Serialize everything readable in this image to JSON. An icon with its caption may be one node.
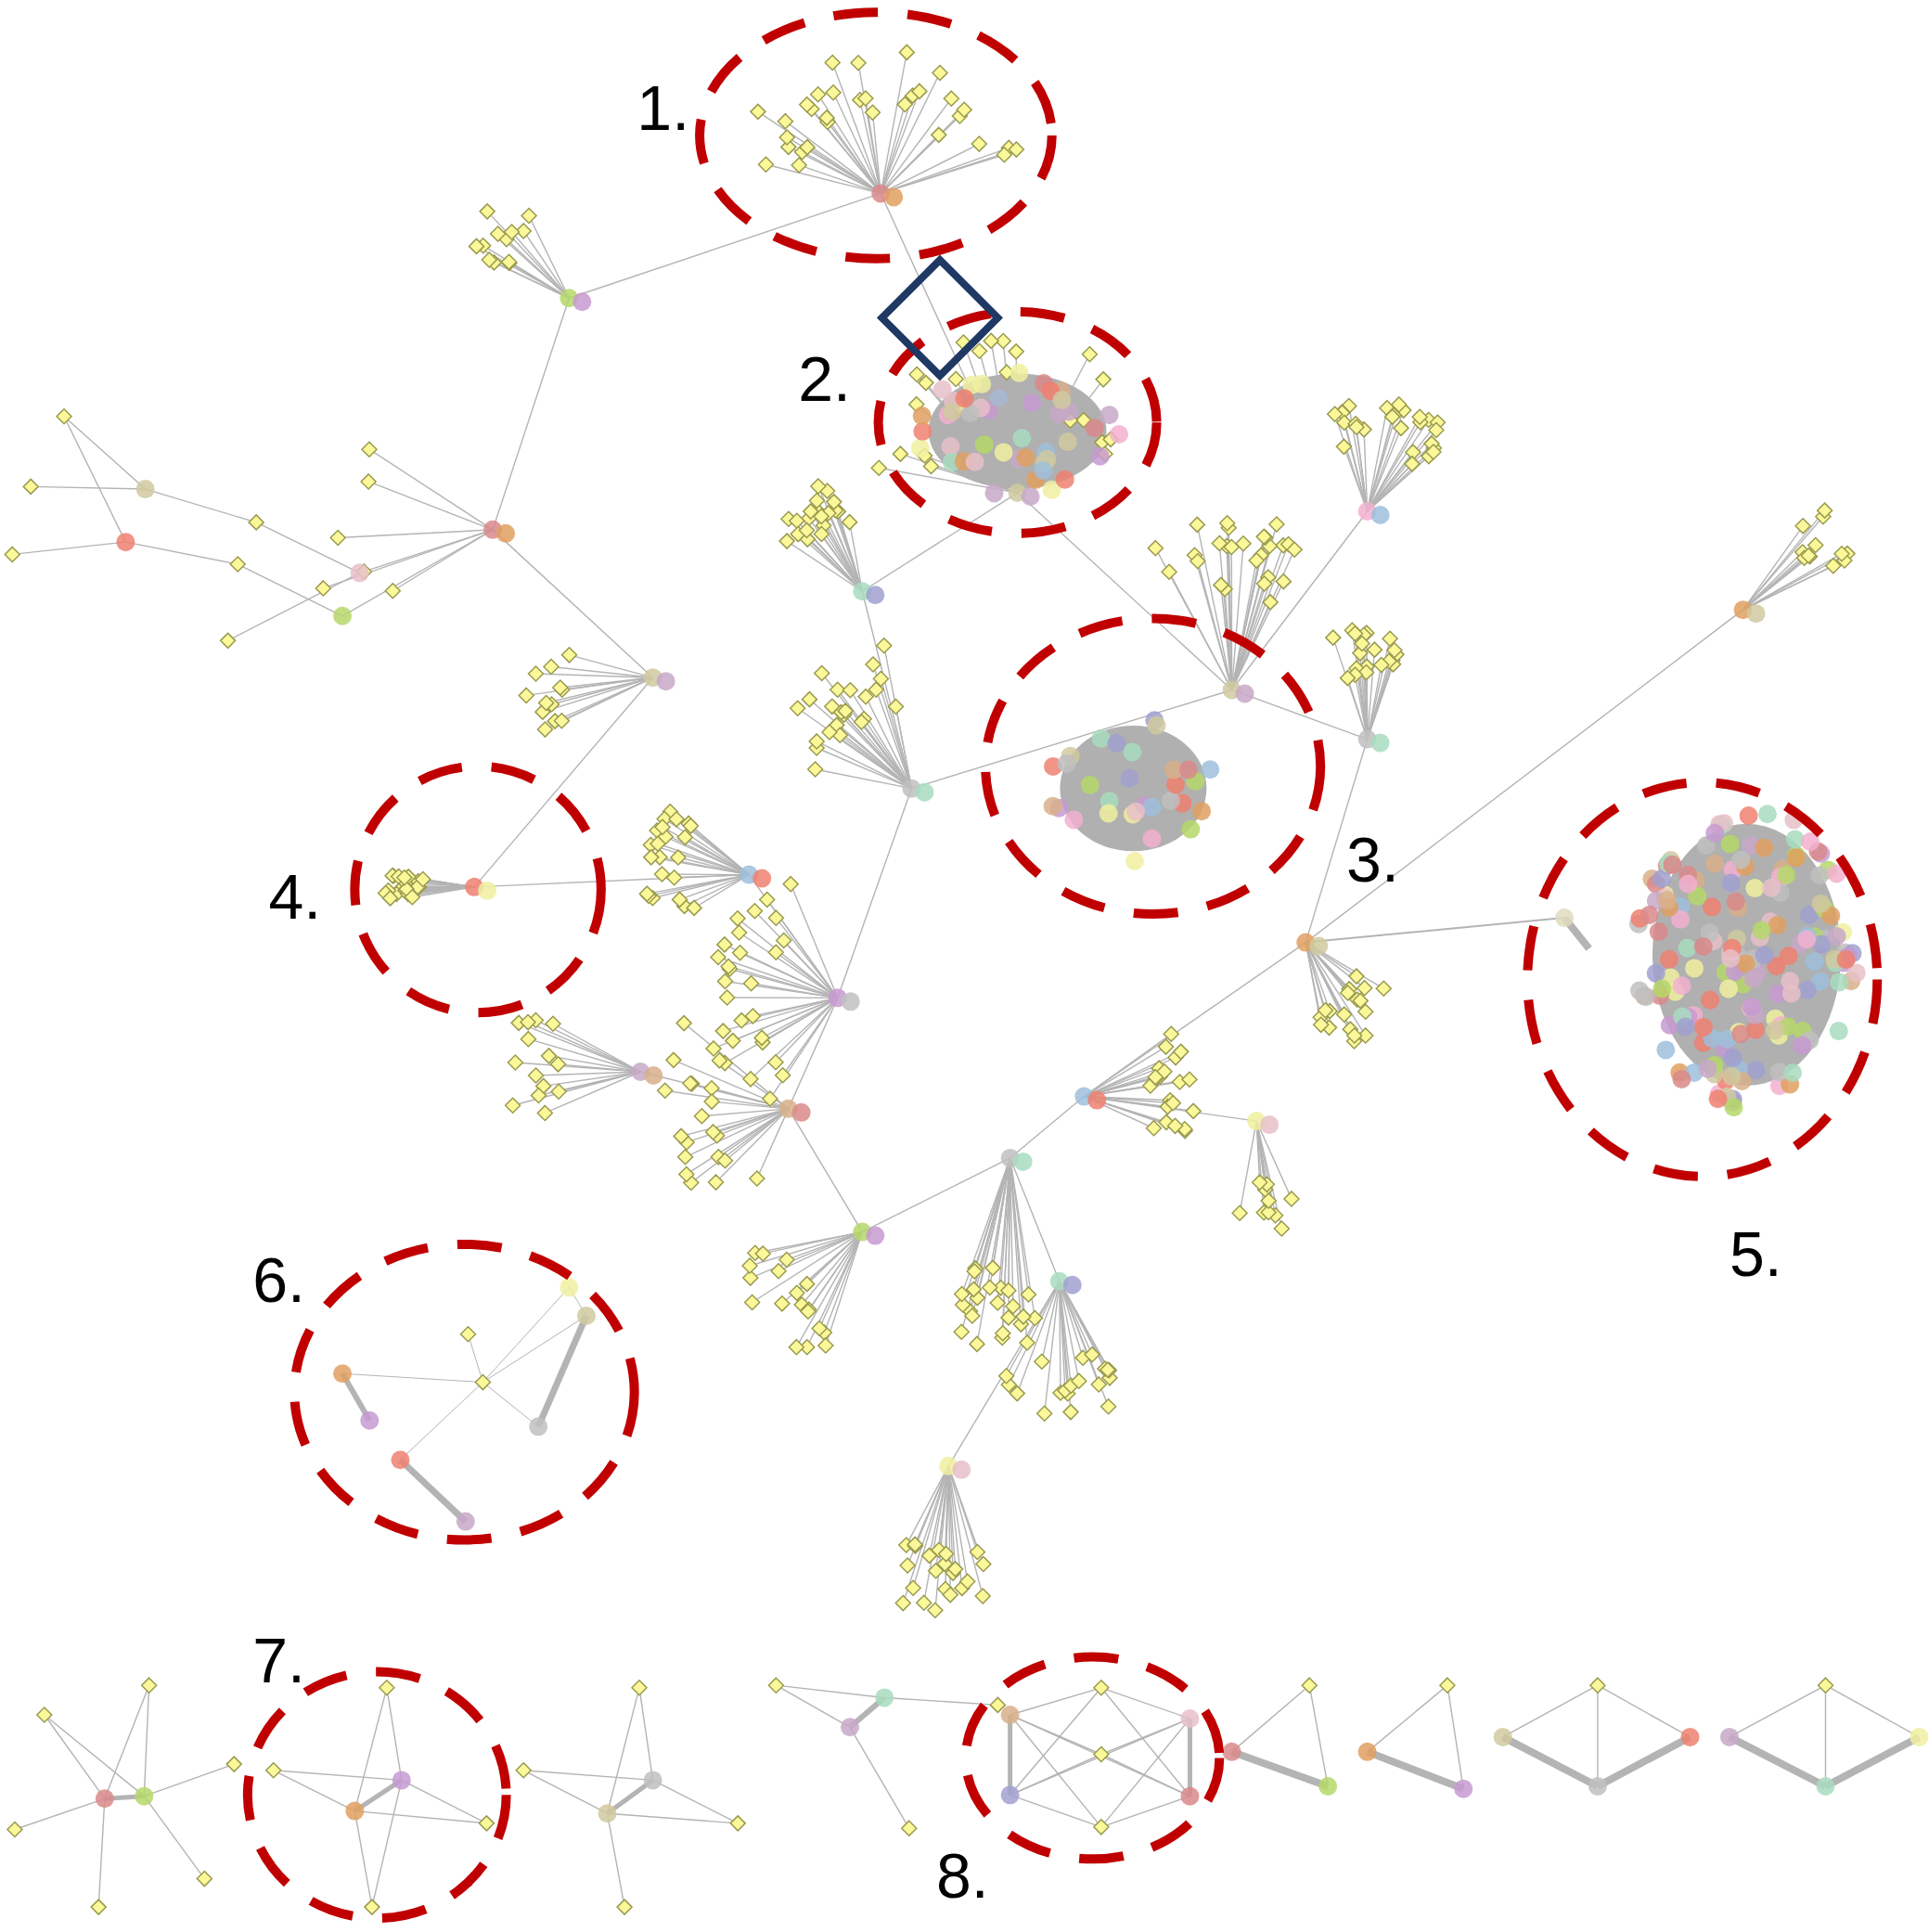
{
  "diagram": {
    "labels": [
      "1.",
      "2.",
      "3.",
      "4.",
      "5.",
      "6.",
      "7.",
      "8."
    ]
  }
}
